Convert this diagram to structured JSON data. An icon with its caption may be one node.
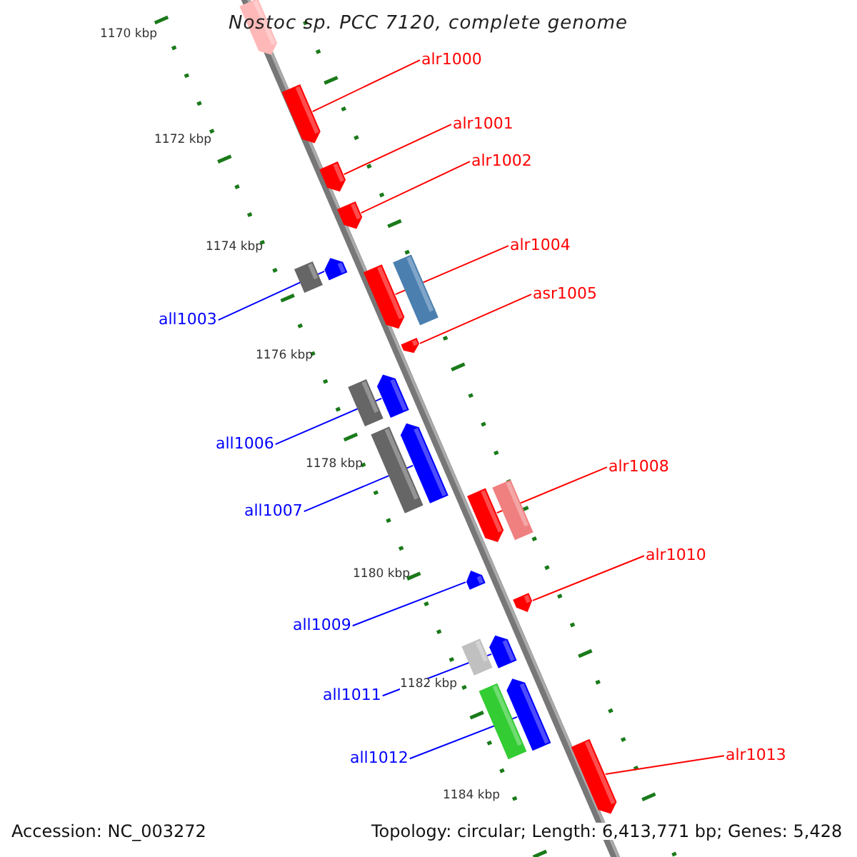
{
  "diagram": {
    "title": "Nostoc sp. PCC 7120, complete genome",
    "nodes": [
      {
        "text": [
          "alr1000"
        ]
      },
      {
        "text": [
          "alr1001"
        ]
      },
      {
        "text": [
          "alr1002"
        ]
      },
      {
        "text": [
          "alr1004"
        ]
      },
      {
        "text": [
          "asr1005"
        ]
      },
      {
        "text": [
          "all1003"
        ]
      },
      {
        "text": [
          "all1006"
        ]
      },
      {
        "text": [
          "alr1008"
        ]
      },
      {
        "text": [
          "all1007"
        ]
      },
      {
        "text": [
          "all1009"
        ]
      },
      {
        "text": [
          "alr1010"
        ]
      },
      {
        "text": [
          "all1011"
        ]
      },
      {
        "text": [
          "all1012"
        ]
      },
      {
        "text": [
          "alr1013"
        ]
      },
      {
        "text": [],
        "shape": "arrow"
      },
      {
        "text": [],
        "shape": "arrow"
      },
      {
        "text": [],
        "shape": "arrow"
      },
      {
        "text": [],
        "shape": "arrow"
      },
      {
        "text": [],
        "shape": "arrow"
      },
      {
        "text": [],
        "shape": "bar"
      },
      {
        "text": [],
        "shape": "bar"
      },
      {
        "text": [],
        "shape": "arrow"
      },
      {
        "text": [],
        "shape": "arrow"
      },
      {
        "text": [],
        "shape": "arrow"
      },
      {
        "text": [],
        "shape": "bar"
      },
      {
        "text": [],
        "shape": "arrow"
      },
      {
        "text": [],
        "shape": "bar"
      },
      {
        "text": [],
        "shape": "bar"
      },
      {
        "text": [],
        "shape": "arrow"
      },
      {
        "text": [],
        "shape": "arrow"
      },
      {
        "text": [],
        "shape": "arrow"
      },
      {
        "text": [],
        "shape": "arrow"
      },
      {
        "text": [],
        "shape": "bar"
      },
      {
        "text": [],
        "shape": "arrow"
      },
      {
        "text": [],
        "shape": "bar"
      },
      {
        "text": [],
        "shape": "arrow"
      }
    ],
    "edges": [
      {
        "from": 0,
        "to": 15,
        "arrow": "none"
      },
      {
        "from": 1,
        "to": 16,
        "arrow": "none"
      },
      {
        "from": 2,
        "to": 17,
        "arrow": "none"
      },
      {
        "from": 3,
        "to": 21,
        "arrow": "none"
      },
      {
        "from": 4,
        "to": 22,
        "arrow": "none"
      },
      {
        "from": 5,
        "to": 18,
        "arrow": "none",
        "color": "#0000ff"
      },
      {
        "from": 6,
        "to": 23,
        "arrow": "none",
        "color": "#0000ff"
      },
      {
        "from": 7,
        "to": 28,
        "arrow": "none"
      },
      {
        "from": 8,
        "to": 25,
        "arrow": "none",
        "color": "#0000ff"
      },
      {
        "from": 9,
        "to": 29,
        "arrow": "none",
        "color": "#0000ff"
      },
      {
        "from": 10,
        "to": 30,
        "arrow": "none"
      },
      {
        "from": 11,
        "to": 31,
        "arrow": "none",
        "color": "#0000ff"
      },
      {
        "from": 12,
        "to": 33,
        "arrow": "none",
        "color": "#0000ff"
      },
      {
        "from": 13,
        "to": 35,
        "arrow": "none"
      }
    ],
    "labels": [
      "1170 kbp",
      "1172 kbp",
      "1174 kbp",
      "1176 kbp",
      "1178 kbp",
      "1180 kbp",
      "1182 kbp",
      "1184 kbp",
      "Accession: NC_003272",
      "Topology: circular; Length: 6,413,771 bp; Genes: 5,428"
    ]
  }
}
